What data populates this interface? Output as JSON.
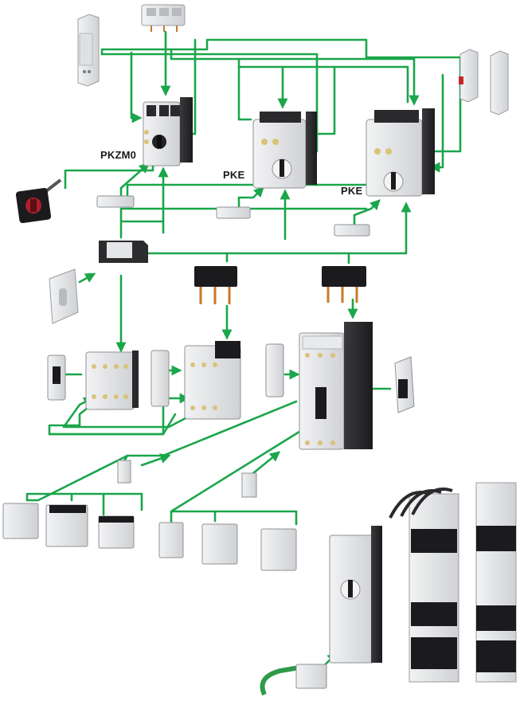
{
  "labels": {
    "pkzm0": "PKZM0",
    "pke_center": "PKE",
    "pke_right": "PKE"
  },
  "colors": {
    "connector": "#1aa64a",
    "device_light": "#e4e5e7",
    "device_mid": "#c9cbce",
    "device_dark": "#2a2a2c",
    "terminal_yellow": "#d9c27a",
    "handle_red": "#b0202a"
  },
  "icons": {
    "arrow": "arrow-head-icon",
    "rotary_handle": "rotary-handle-icon",
    "connector_cable": "flat-cable-icon"
  }
}
